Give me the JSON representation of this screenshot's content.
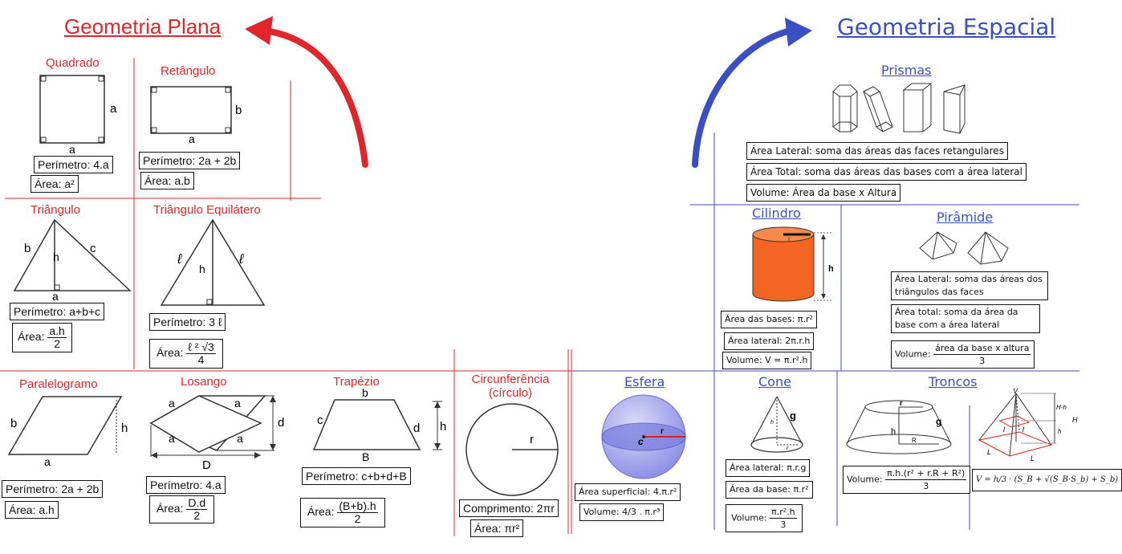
{
  "plana": {
    "title": "Geometria Plana",
    "quadrado": {
      "title": "Quadrado",
      "side_label": "a",
      "bottom_label": "a",
      "perimetro": "Perímetro: 4.a",
      "area": "Área: a²"
    },
    "retangulo": {
      "title": "Retângulo",
      "side_label": "b",
      "bottom_label": "a",
      "perimetro": "Perímetro: 2a + 2b",
      "area": "Área: a.b"
    },
    "triangulo": {
      "title": "Triângulo",
      "label_b": "b",
      "label_c": "c",
      "label_h": "h",
      "label_a": "a",
      "perimetro": "Perímetro: a+b+c",
      "area_prefix": "Área:",
      "area_num": "a.h",
      "area_den": "2"
    },
    "triangulo_equilatero": {
      "title": "Triângulo Equilátero",
      "label_l": "ℓ",
      "label_h": "h",
      "perimetro": "Perímetro: 3 ℓ",
      "area_prefix": "Área:",
      "area_num": "ℓ ² √3",
      "area_den": "4"
    },
    "paralelogramo": {
      "title": "Paralelogramo",
      "label_b": "b",
      "label_h": "h",
      "label_a": "a",
      "perimetro": "Perímetro: 2a + 2b",
      "area": "Área:  a.h"
    },
    "losango": {
      "title": "Losango",
      "label_a": "a",
      "label_d": "d",
      "label_D": "D",
      "perimetro": "Perímetro: 4.a",
      "area_prefix": "Área:",
      "area_num": "D.d",
      "area_den": "2"
    },
    "trapezio": {
      "title": "Trapézio",
      "label_b": "b",
      "label_c": "c",
      "label_d": "d",
      "label_h": "h",
      "label_B": "B",
      "perimetro": "Perímetro: c+b+d+B",
      "area_prefix": "Área:",
      "area_num": "(B+b).h",
      "area_den": "2"
    },
    "circunferencia": {
      "title_line1": "Circunferência",
      "title_line2": "(círculo)",
      "label_r": "r",
      "comprimento": "Comprimento: 2πr",
      "area": "Área: πr²"
    }
  },
  "espacial": {
    "title": "Geometria Espacial",
    "prismas": {
      "title": "Prismas",
      "area_lateral": "Área Lateral: soma das áreas das faces retangulares",
      "area_total": "Área Total: soma das áreas das bases com a área lateral",
      "volume": "Volume: Área da base x Altura"
    },
    "cilindro": {
      "title": "Cilindro",
      "label_r": "r",
      "label_h": "h",
      "area_bases": "Área das bases: π.r²",
      "area_lateral": "Área lateral: 2π.r.h",
      "volume": "Volume: V = π.r².h"
    },
    "piramide": {
      "title": "Pirâmide",
      "area_lateral": "Área Lateral: soma das áreas dos triângulos das faces",
      "area_total": "Área total: soma da área da base com a área lateral",
      "volume_prefix": "Volume:",
      "volume_num": "área da base x altura",
      "volume_den": "3"
    },
    "esfera": {
      "title": "Esfera",
      "label_c": "c",
      "label_r": "r",
      "area": "Área superficial: 4.π.r²",
      "volume": "Volume: 4/3 . π.r³"
    },
    "cone": {
      "title": "Cone",
      "label_g": "g",
      "label_h": "h",
      "label_r": "r",
      "area_lateral": "Área lateral: π.r.g",
      "area_base": "Área da base: π.r²",
      "volume_prefix": "Volume:",
      "volume_num": "π.r².h",
      "volume_den": "3"
    },
    "troncos": {
      "title": "Troncos",
      "label_r": "r",
      "label_g": "g",
      "label_h": "h",
      "label_R": "R",
      "volume_prefix": "Volume:",
      "volume_num": "π.h.(r² + r.R + R²)",
      "volume_den": "3",
      "label_V": "V",
      "label_Hh": "H-h",
      "label_H": "H",
      "label_h2": "h",
      "label_l": "l",
      "label_L": "L",
      "formula": "V = h/3 · (S_B + √(S_B·S_b) + S_b)"
    }
  },
  "colors": {
    "plana": "#e0262a",
    "espacial": "#3a4fc4",
    "cylinder": "#f26522"
  }
}
